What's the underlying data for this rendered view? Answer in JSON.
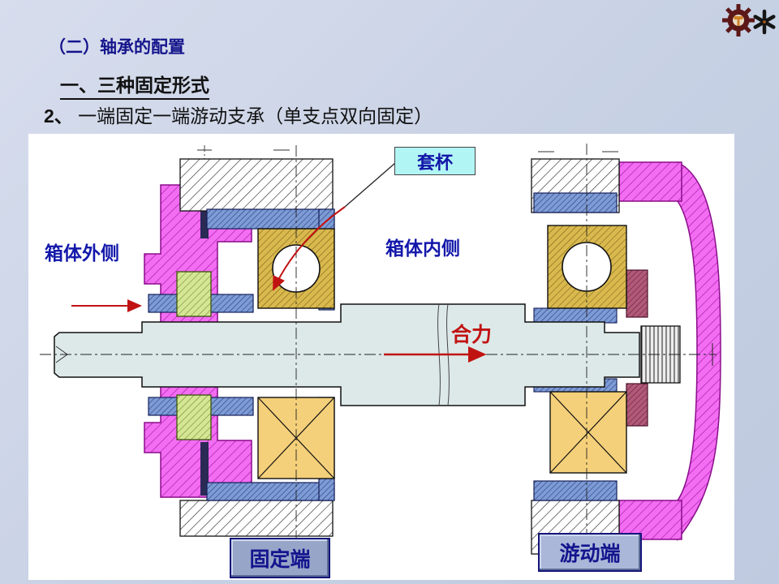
{
  "slide": {
    "title": "（二）轴承的配置",
    "section": "一、三种固定形式",
    "item_number": "2、",
    "item_text": " 一端固定一端游动支承（单支点双向固定）"
  },
  "diagram": {
    "callout_sleeve": "套杯",
    "label_outside": "箱体外侧",
    "label_inside": "箱体内侧",
    "label_force": "合力",
    "label_fixed_end": "固定端",
    "label_floating_end": "游动端"
  },
  "colors": {
    "background": "#c7d1e4",
    "title_blue": "#14148c",
    "label_blue": "#1318aa",
    "force_red": "#c11212",
    "housing_magenta": "#f26df2",
    "sleeve_blue": "#7d9bd4",
    "bearing_tan": "#f5d07a",
    "bearing_ring_tan": "#d9b84e",
    "seal_green": "#d4e694",
    "callout_cyan": "#b2f5f5",
    "end_label_bg": "#97a5c8",
    "end_label_border": "#15157a",
    "shaft_fill": "#dde9e9"
  }
}
